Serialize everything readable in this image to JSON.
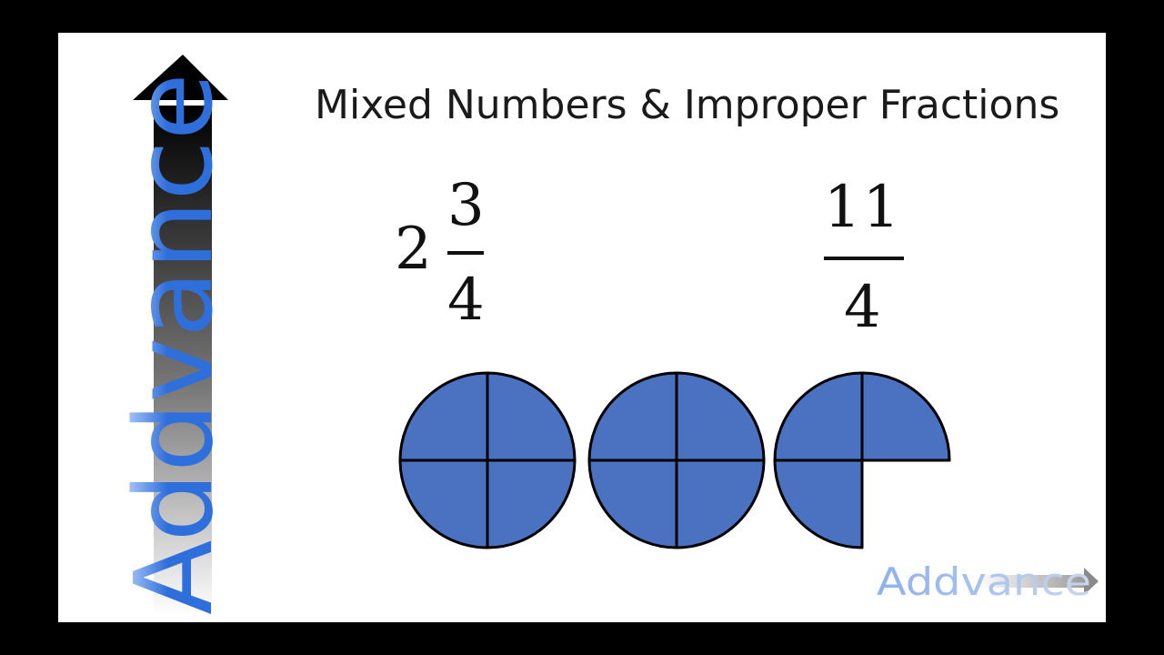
{
  "title": "Mixed Numbers & Improper Fractions",
  "mixed_number": {
    "whole": "2",
    "numerator": "3",
    "denominator": "4"
  },
  "improper_fraction": {
    "numerator": "11",
    "denominator": "4"
  },
  "quarter_circles": {
    "wholes": 2,
    "extra_quarters": 3,
    "fill_color": "#4a72c0",
    "stroke_color": "#000000"
  },
  "branding": {
    "logo_text": "Addvance",
    "logo_color": "#2e6fdc"
  }
}
